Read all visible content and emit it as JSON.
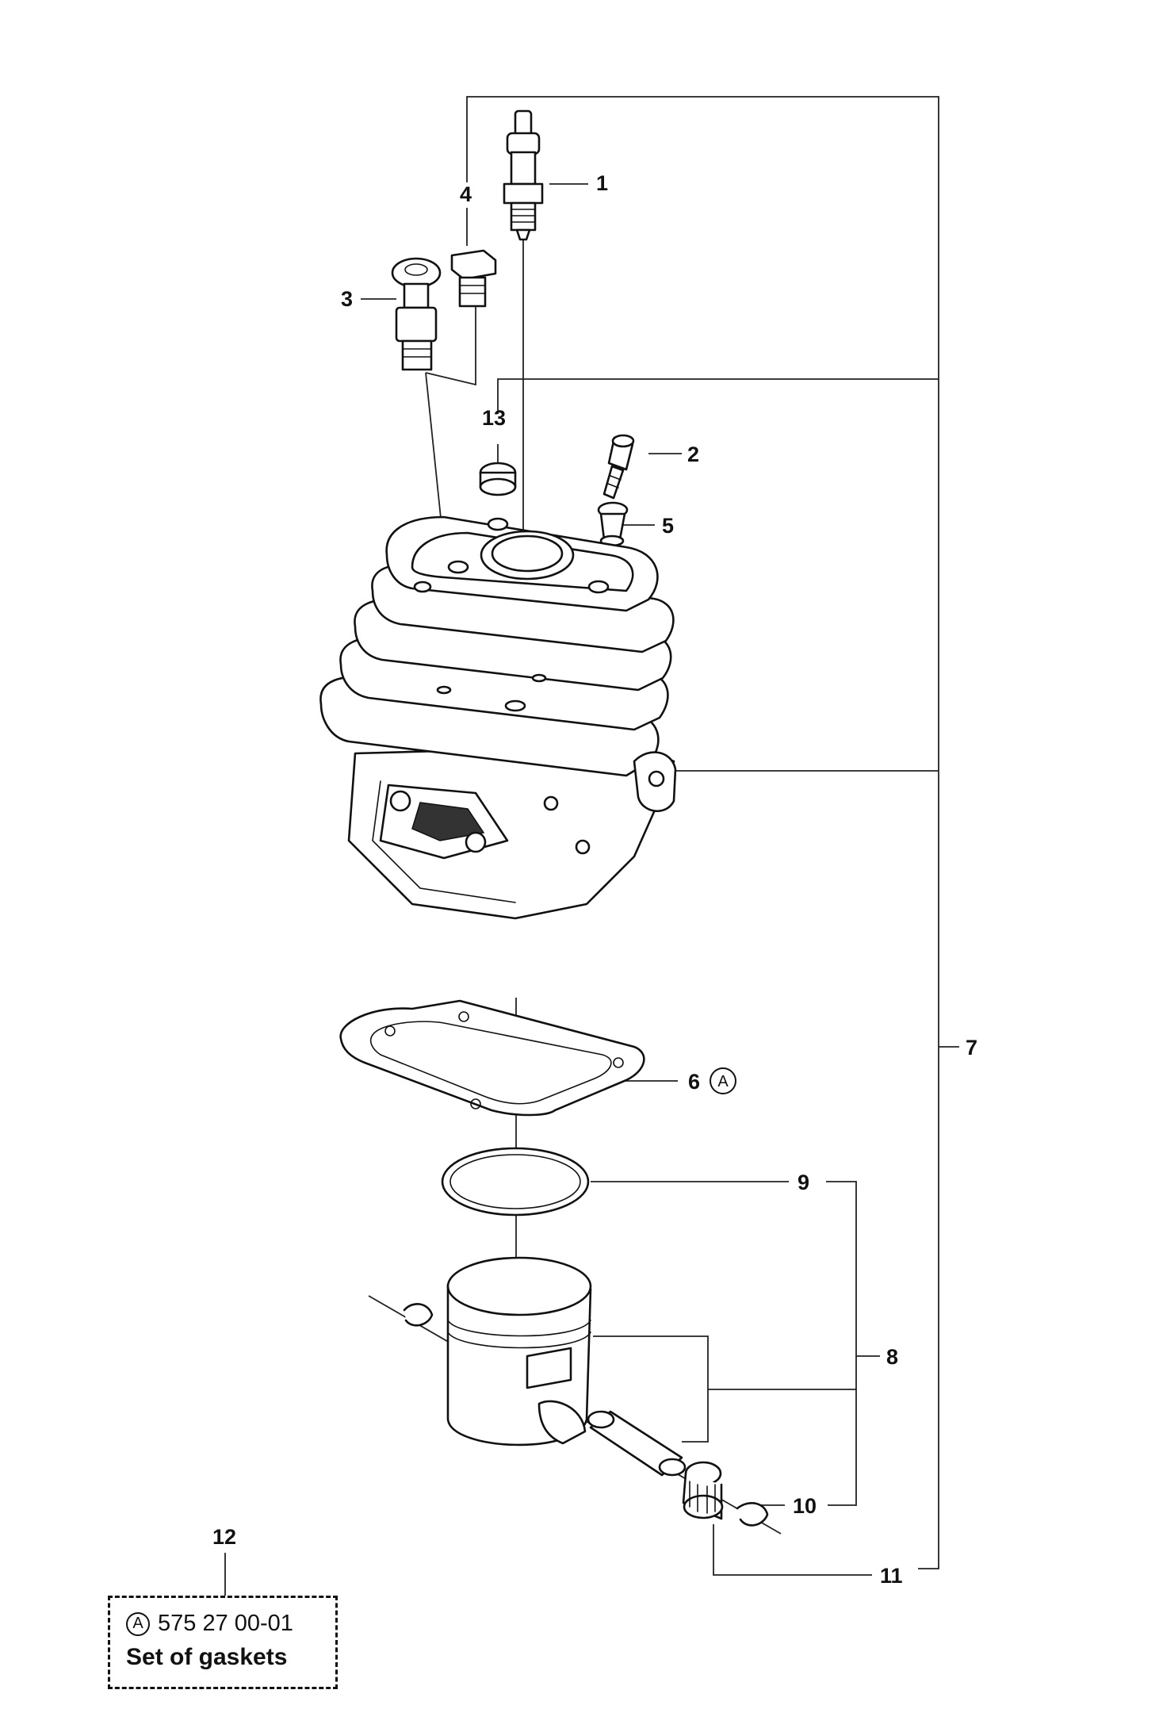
{
  "callouts": {
    "c1": "1",
    "c2": "2",
    "c3": "3",
    "c4": "4",
    "c5": "5",
    "c6": "6",
    "c7": "7",
    "c8": "8",
    "c9": "9",
    "c10": "10",
    "c11": "11",
    "c12": "12",
    "c13": "13"
  },
  "gasket_marker": "A",
  "kit": {
    "marker": "A",
    "part_number": "575 27 00-01",
    "description": "Set of gaskets"
  }
}
